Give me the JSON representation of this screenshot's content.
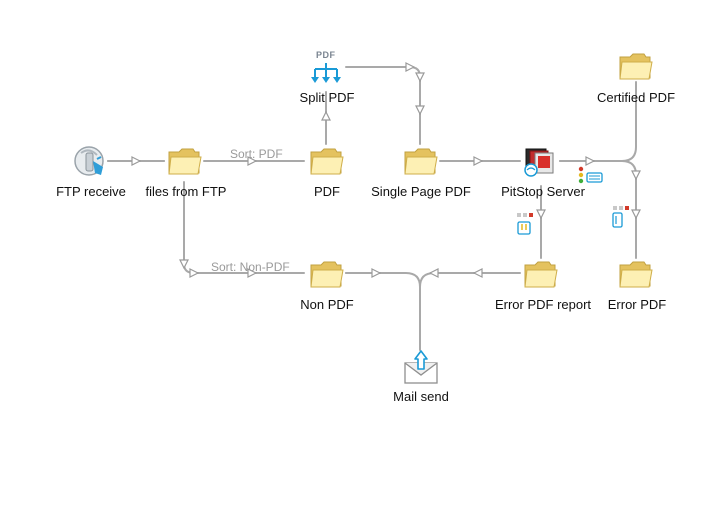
{
  "nodes": {
    "ftp_receive": {
      "label": "FTP receive",
      "icon": "ftp-receive-icon"
    },
    "files_from_ftp": {
      "label": "files from FTP",
      "icon": "folder-icon"
    },
    "pdf": {
      "label": "PDF",
      "icon": "folder-icon"
    },
    "split_pdf": {
      "label": "Split PDF",
      "icon": "split-pdf-icon",
      "badge": "PDF"
    },
    "single_page_pdf": {
      "label": "Single Page PDF",
      "icon": "folder-icon"
    },
    "pitstop_server": {
      "label": "PitStop Server",
      "icon": "pitstop-server-icon"
    },
    "certified_pdf": {
      "label": "Certified PDF",
      "icon": "folder-icon"
    },
    "error_pdf": {
      "label": "Error PDF",
      "icon": "folder-icon"
    },
    "error_pdf_report": {
      "label": "Error PDF report",
      "icon": "folder-icon"
    },
    "non_pdf": {
      "label": "Non PDF",
      "icon": "folder-icon"
    },
    "mail_send": {
      "label": "Mail send",
      "icon": "mail-send-icon"
    }
  },
  "connections": {
    "sort_pdf": "Sort: PDF",
    "sort_non_pdf": "Sort: Non-PDF"
  },
  "colors": {
    "wire": "#a9a9a9",
    "folder_light": "#fdf0b4",
    "folder_dark": "#e4c25f",
    "accent_blue": "#1a9ad6"
  }
}
